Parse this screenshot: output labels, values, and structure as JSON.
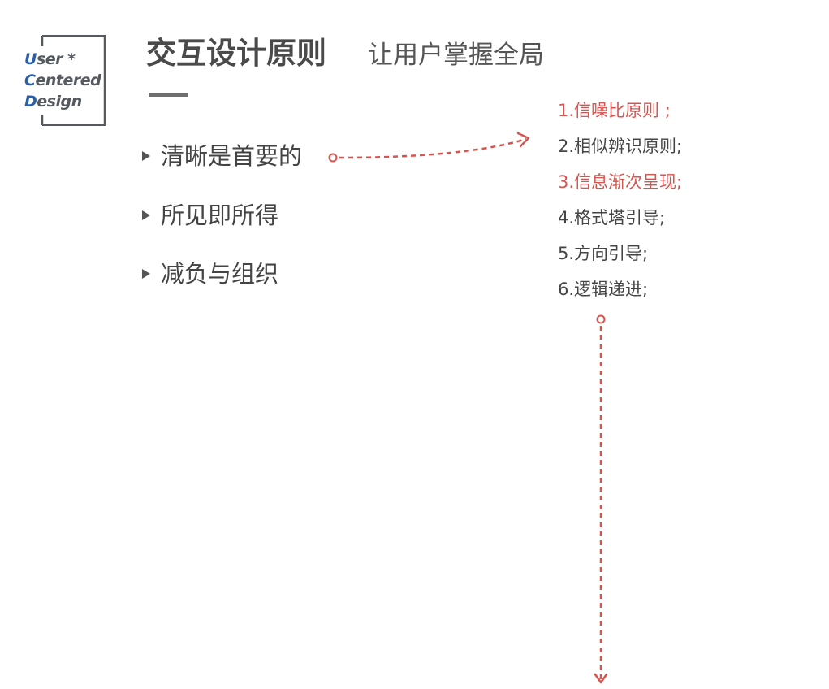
{
  "logo": {
    "line1": [
      "U",
      "ser *"
    ],
    "line2": [
      "C",
      "entered"
    ],
    "line3": [
      "D",
      "esign"
    ]
  },
  "header": {
    "title": "交互设计原则",
    "subtitle": "让用户掌握全局"
  },
  "bullets": [
    {
      "label": "清晰是首要的"
    },
    {
      "label": "所见即所得"
    },
    {
      "label": "减负与组织"
    }
  ],
  "principles": [
    {
      "label": "1.信噪比原则 ;",
      "highlight": true
    },
    {
      "label": "2.相似辨识原则;",
      "highlight": false
    },
    {
      "label": "3.信息渐次呈现;",
      "highlight": true
    },
    {
      "label": "4.格式塔引导;",
      "highlight": false
    },
    {
      "label": "5.方向引导;",
      "highlight": false
    },
    {
      "label": "6.逻辑递进;",
      "highlight": false
    }
  ],
  "colors": {
    "accent_red": "#d9534f",
    "logo_blue": "#2a5ea8",
    "text_gray": "#444444"
  }
}
